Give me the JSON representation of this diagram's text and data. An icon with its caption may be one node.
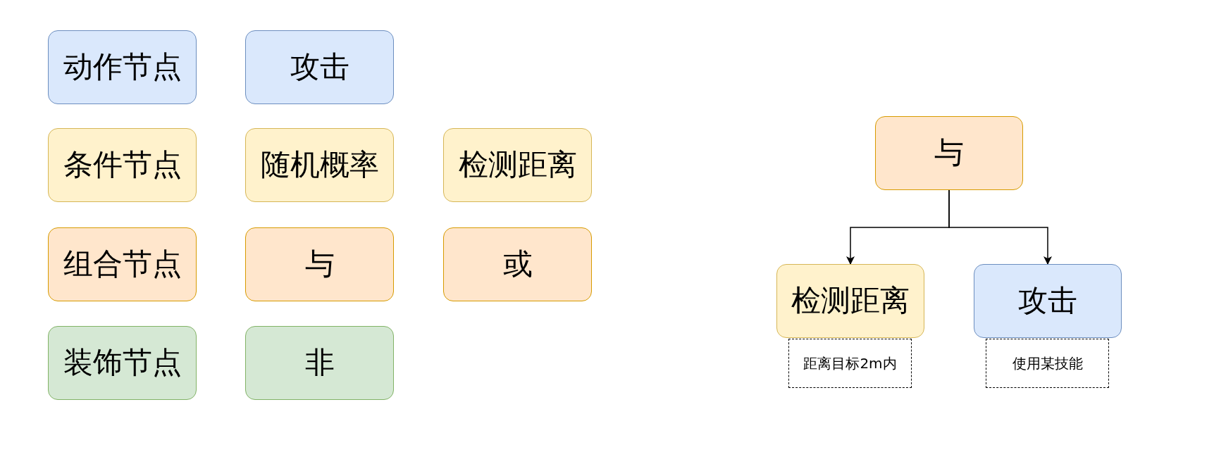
{
  "diagram": {
    "nodes": [
      {
        "text": [
          "动作节点"
        ]
      },
      {
        "text": [
          "攻击"
        ]
      },
      {
        "text": [
          "条件节点"
        ]
      },
      {
        "text": [
          "随机概率"
        ]
      },
      {
        "text": [
          "检测距离"
        ]
      },
      {
        "text": [
          "组合节点"
        ]
      },
      {
        "text": [
          "与"
        ]
      },
      {
        "text": [
          "或"
        ]
      },
      {
        "text": [
          "装饰节点"
        ]
      },
      {
        "text": [
          "非"
        ]
      },
      {
        "text": [
          "与"
        ]
      },
      {
        "text": [
          "检测距离"
        ]
      },
      {
        "text": [
          "攻击"
        ]
      },
      {
        "text": [
          "距离目标2m内"
        ]
      },
      {
        "text": [
          "使用某技能"
        ]
      }
    ],
    "edges": [
      {
        "from": 10,
        "to": 11,
        "arrow": "to"
      },
      {
        "from": 10,
        "to": 12,
        "arrow": "to"
      }
    ]
  }
}
